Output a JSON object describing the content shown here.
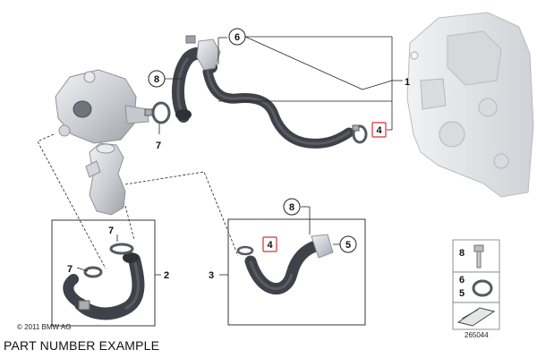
{
  "callouts": {
    "c1": "1",
    "c2": "2",
    "c3": "3",
    "c4_top": "4",
    "c4_bottom": "4",
    "c5": "5",
    "c6": "6",
    "c7_top": "7",
    "c7_inset_a": "7",
    "c7_inset_b": "7",
    "c8_top": "8",
    "c8_bottom": "8"
  },
  "legend": {
    "row1": "8",
    "row2a": "6",
    "row2b": "5"
  },
  "copyright": "© 2011 BMW AG",
  "diagram_id": "265044",
  "caption": "PART NUMBER EXAMPLE",
  "colors": {
    "hose": "#3f4248",
    "hose_highlight": "#6a6e76",
    "metal": "#c9ccd1",
    "engine": "#e3e5e8",
    "line": "#222222",
    "highlight_box": "#d9302c"
  }
}
